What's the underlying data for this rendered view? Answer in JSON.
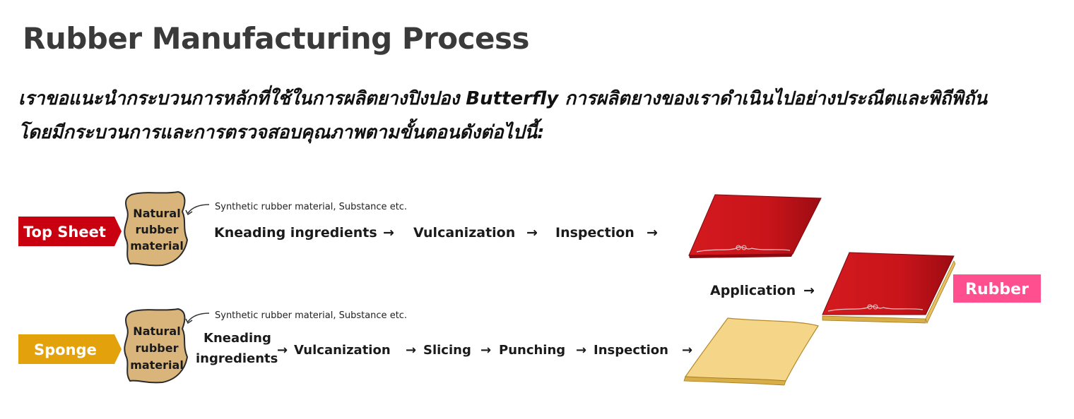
{
  "title": "Rubber Manufacturing Process",
  "intro": {
    "line1": "เราขอแนะนำกระบวนการหลักที่ใช้ในการผลิตยางปิงปอง Butterfly การผลิตยางของเราดำเนินไปอย่างประณีตและพิถีพิถัน",
    "line2": "โดยมีกระบวนการและการตรวจสอบคุณภาพตามขั้นตอนดังต่อไปนี้:"
  },
  "colors": {
    "top_sheet": "#c8000f",
    "sponge": "#e3a20c",
    "blob": "#d9b57c",
    "rubber": "#ff4f8f",
    "sheet_red": "#cc1419",
    "sheet_yellow": "#f5d587"
  },
  "top_sheet": {
    "label": "Top Sheet",
    "material": [
      "Natural",
      "rubber",
      "material"
    ],
    "note": "Synthetic rubber material, Substance etc.",
    "steps": [
      "Kneading ingredients",
      "Vulcanization",
      "Inspection"
    ],
    "arrow": "→"
  },
  "sponge": {
    "label": "Sponge",
    "material": [
      "Natural",
      "rubber",
      "material"
    ],
    "note": "Synthetic rubber material, Substance etc.",
    "kneading": [
      "Kneading",
      "ingredients"
    ],
    "steps": [
      "Vulcanization",
      "Slicing",
      "Punching",
      "Inspection"
    ],
    "arrow": "→"
  },
  "application": "Application",
  "arrow": "→",
  "result": "Rubber"
}
